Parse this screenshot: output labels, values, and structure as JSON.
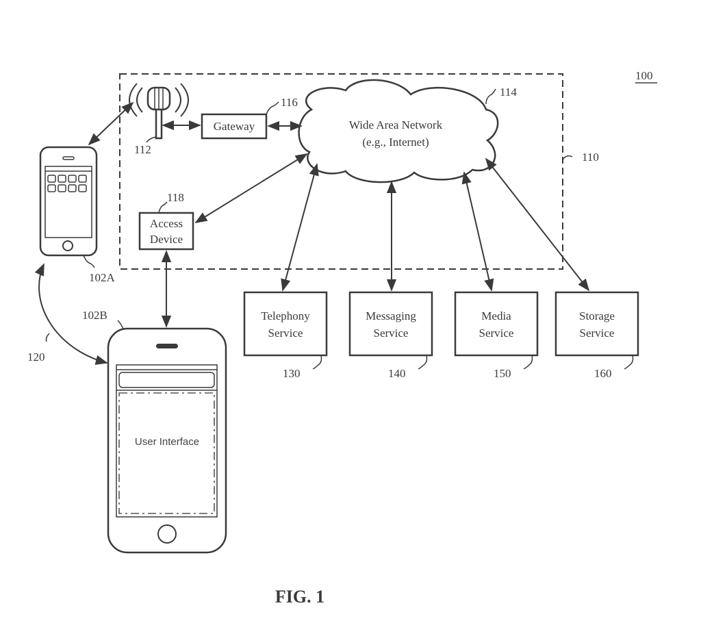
{
  "figure": {
    "title": "FIG. 1",
    "system_ref": "100",
    "network_env_ref": "110"
  },
  "nodes": {
    "wan": {
      "line1": "Wide Area Network",
      "line2": "(e.g., Internet)",
      "ref": "114"
    },
    "gateway": {
      "label": "Gateway",
      "ref": "116"
    },
    "tower": {
      "ref": "112"
    },
    "access_device": {
      "line1": "Access",
      "line2": "Device",
      "ref": "118"
    },
    "device_a": {
      "ref": "102A"
    },
    "device_b": {
      "ref": "102B",
      "screen_label": "User Interface"
    },
    "link_120": {
      "ref": "120"
    },
    "services": [
      {
        "line1": "Telephony",
        "line2": "Service",
        "ref": "130"
      },
      {
        "line1": "Messaging",
        "line2": "Service",
        "ref": "140"
      },
      {
        "line1": "Media",
        "line2": "Service",
        "ref": "150"
      },
      {
        "line1": "Storage",
        "line2": "Service",
        "ref": "160"
      }
    ]
  },
  "connections": [
    {
      "from": "device_a",
      "to": "tower",
      "type": "bidirectional"
    },
    {
      "from": "tower",
      "to": "gateway",
      "type": "bidirectional"
    },
    {
      "from": "gateway",
      "to": "wan",
      "type": "bidirectional"
    },
    {
      "from": "access_device",
      "to": "wan",
      "type": "bidirectional"
    },
    {
      "from": "access_device",
      "to": "device_b",
      "type": "bidirectional"
    },
    {
      "from": "device_a",
      "to": "device_b",
      "type": "bidirectional",
      "ref": "120"
    },
    {
      "from": "wan",
      "to": "telephony",
      "type": "bidirectional"
    },
    {
      "from": "wan",
      "to": "messaging",
      "type": "bidirectional"
    },
    {
      "from": "wan",
      "to": "media",
      "type": "bidirectional"
    },
    {
      "from": "wan",
      "to": "storage",
      "type": "bidirectional"
    }
  ]
}
